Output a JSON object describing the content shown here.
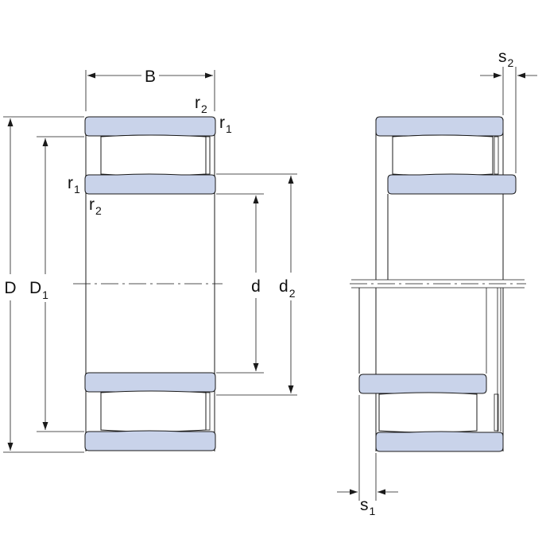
{
  "labels": {
    "B": "B",
    "D": "D",
    "D1": {
      "main": "D",
      "sub": "1"
    },
    "d": "d",
    "d2": {
      "main": "d",
      "sub": "2"
    },
    "r1": {
      "main": "r",
      "sub": "1"
    },
    "r2": {
      "main": "r",
      "sub": "2"
    },
    "s1": {
      "main": "s",
      "sub": "1"
    },
    "s2": {
      "main": "s",
      "sub": "2"
    }
  },
  "colors": {
    "ring_fill": "#c9d3ea",
    "line": "#1a1a1a",
    "background": "#ffffff"
  }
}
